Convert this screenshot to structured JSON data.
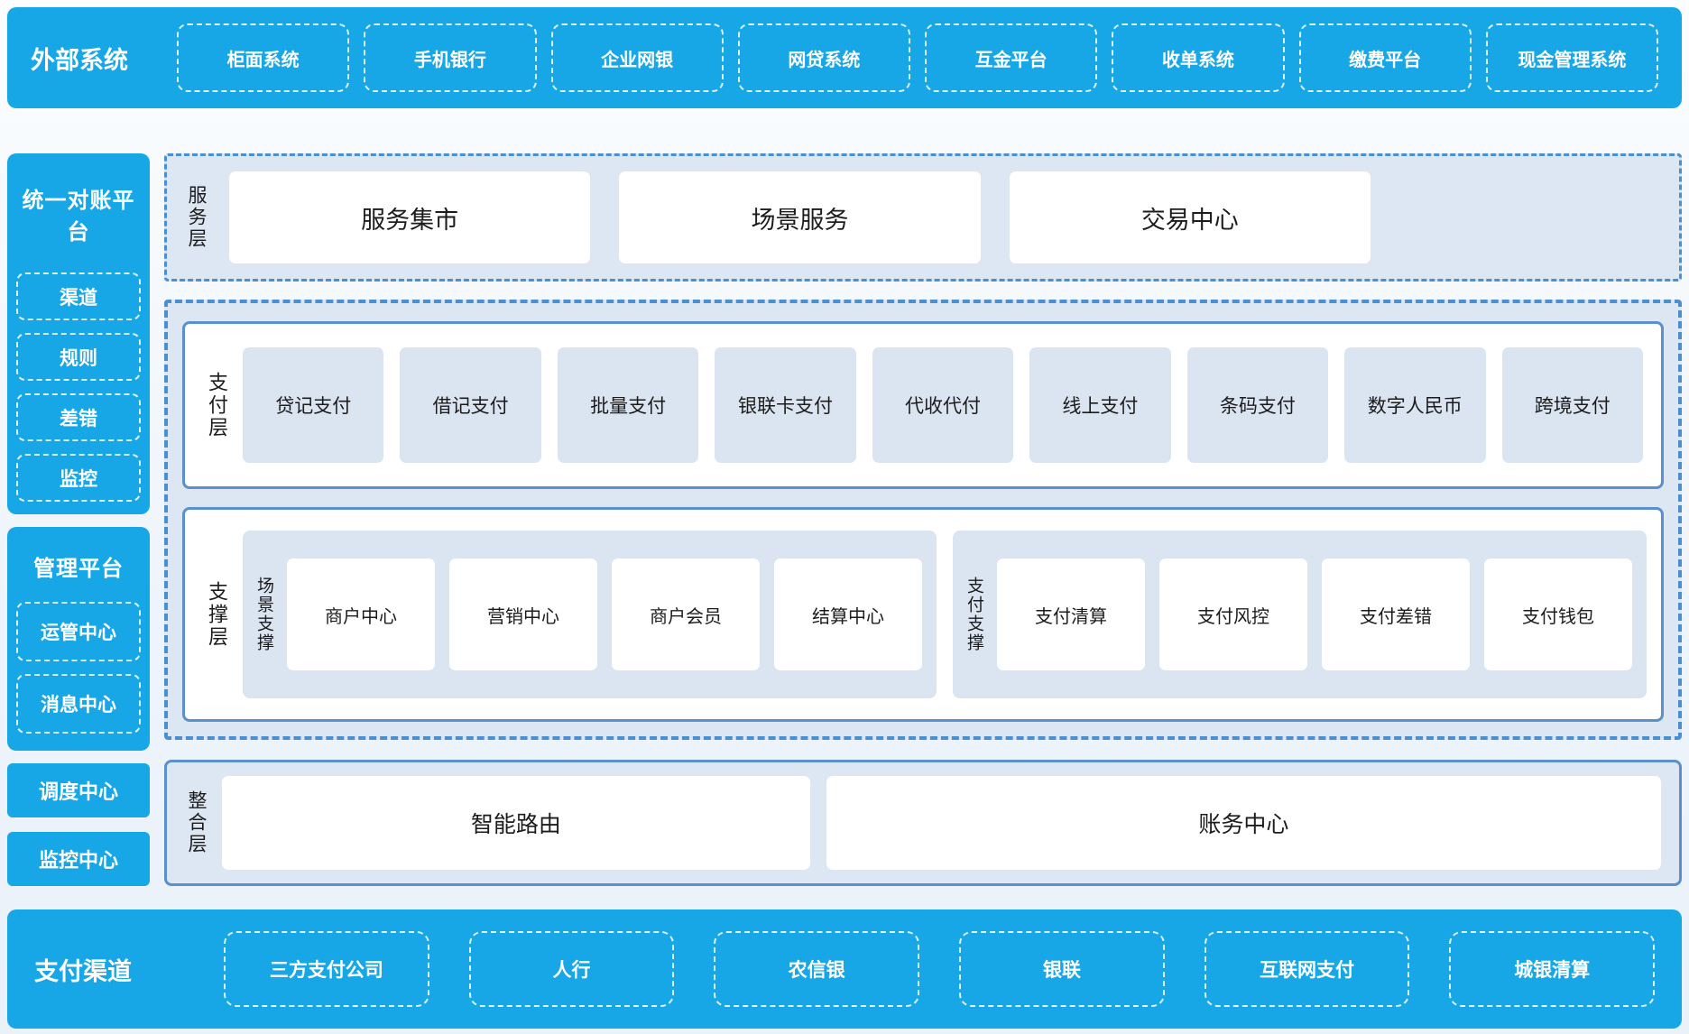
{
  "colors": {
    "accent_blue": "#18a7e6",
    "panel_light_blue": "#dde7f4",
    "node_light_blue": "#dbe5f2",
    "border_blue": "#5b90cc",
    "dashed_border_blue": "#4a8fd4",
    "text_dark": "#1c1c1c",
    "text_on_blue": "#ffffff"
  },
  "top_bar": {
    "label": "外部系统",
    "items": [
      "柜面系统",
      "手机银行",
      "企业网银",
      "网贷系统",
      "互金平台",
      "收单系统",
      "缴费平台",
      "现金管理系统"
    ]
  },
  "sidebar": {
    "recon_platform": {
      "title": "统一对账平台",
      "items": [
        "渠道",
        "规则",
        "差错",
        "监控"
      ]
    },
    "mgmt_platform": {
      "title": "管理平台",
      "items": [
        "运管中心",
        "消息中心"
      ]
    },
    "standalone": [
      "调度中心",
      "监控中心"
    ]
  },
  "service_layer": {
    "label": "服务层",
    "items": [
      "服务集市",
      "场景服务",
      "交易中心"
    ]
  },
  "payment_layer": {
    "label": "支付层",
    "items": [
      "贷记支付",
      "借记支付",
      "批量支付",
      "银联卡支付",
      "代收代付",
      "线上支付",
      "条码支付",
      "数字人民币",
      "跨境支付"
    ]
  },
  "support_layer": {
    "label": "支撑层",
    "groups": [
      {
        "label": "场景支撑",
        "items": [
          "商户中心",
          "营销中心",
          "商户会员",
          "结算中心"
        ]
      },
      {
        "label": "支付支撑",
        "items": [
          "支付清算",
          "支付风控",
          "支付差错",
          "支付钱包"
        ]
      }
    ]
  },
  "integration_layer": {
    "label": "整合层",
    "items": [
      "智能路由",
      "账务中心"
    ]
  },
  "bottom_bar": {
    "label": "支付渠道",
    "items": [
      "三方支付公司",
      "人行",
      "农信银",
      "银联",
      "互联网支付",
      "城银清算"
    ]
  }
}
